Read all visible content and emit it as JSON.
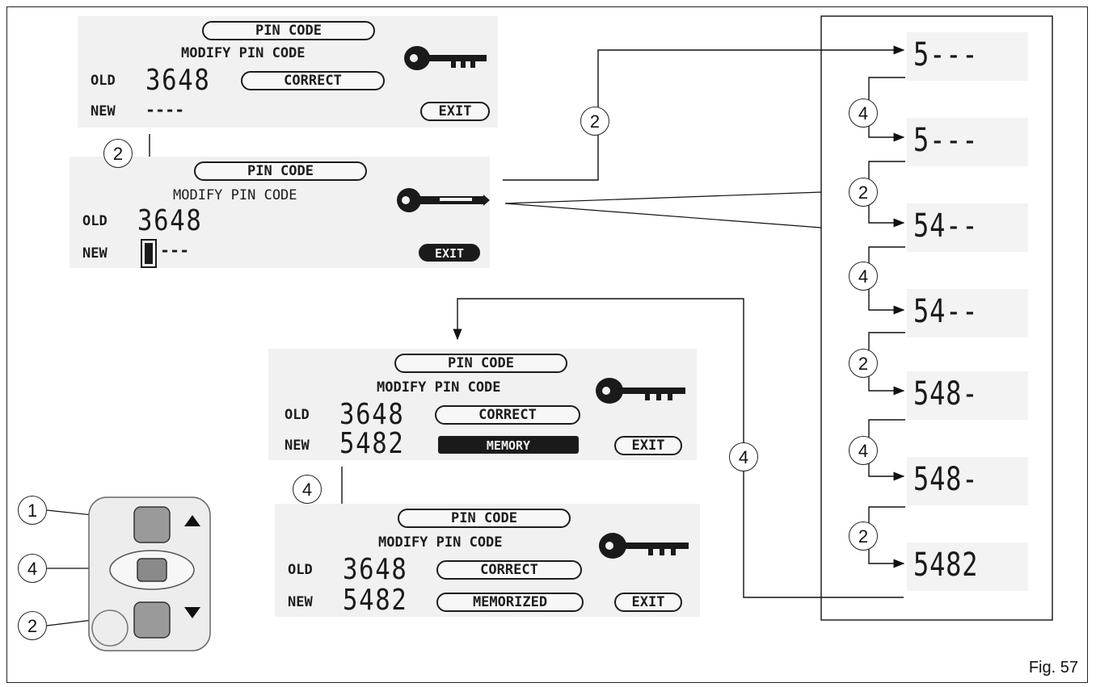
{
  "screens": {
    "s1": {
      "title": "PIN CODE",
      "subtitle": "MODIFY PIN CODE",
      "old_label": "OLD",
      "old_value": "3648",
      "status": "CORRECT",
      "new_label": "NEW",
      "new_value": "----",
      "exit": "EXIT"
    },
    "s2": {
      "title": "PIN CODE",
      "subtitle": "MODIFY PIN CODE",
      "old_label": "OLD",
      "old_value": "3648",
      "new_label": "NEW",
      "new_value": "---",
      "exit": "EXIT"
    },
    "s3": {
      "title": "PIN CODE",
      "subtitle": "MODIFY PIN CODE",
      "old_label": "OLD",
      "old_value": "3648",
      "status": "CORRECT",
      "new_label": "NEW",
      "new_value": "5482",
      "memory": "MEMORY",
      "exit": "EXIT"
    },
    "s4": {
      "title": "PIN CODE",
      "subtitle": "MODIFY PIN CODE",
      "old_label": "OLD",
      "old_value": "3648",
      "status": "CORRECT",
      "new_label": "NEW",
      "new_value": "5482",
      "memory": "MEMORIZED",
      "exit": "EXIT"
    }
  },
  "sequence": {
    "steps": [
      "5---",
      "5---",
      "54--",
      "54--",
      "548-",
      "548-",
      "5482"
    ],
    "step_buttons": [
      "4",
      "2",
      "4",
      "2",
      "4",
      "2"
    ]
  },
  "callouts": {
    "c2_left": "2",
    "c2_mid": "2",
    "c4_mid": "4",
    "c4_loop": "4",
    "b1": "1",
    "b4": "4",
    "b2": "2"
  },
  "figure_label": "Fig. 57"
}
